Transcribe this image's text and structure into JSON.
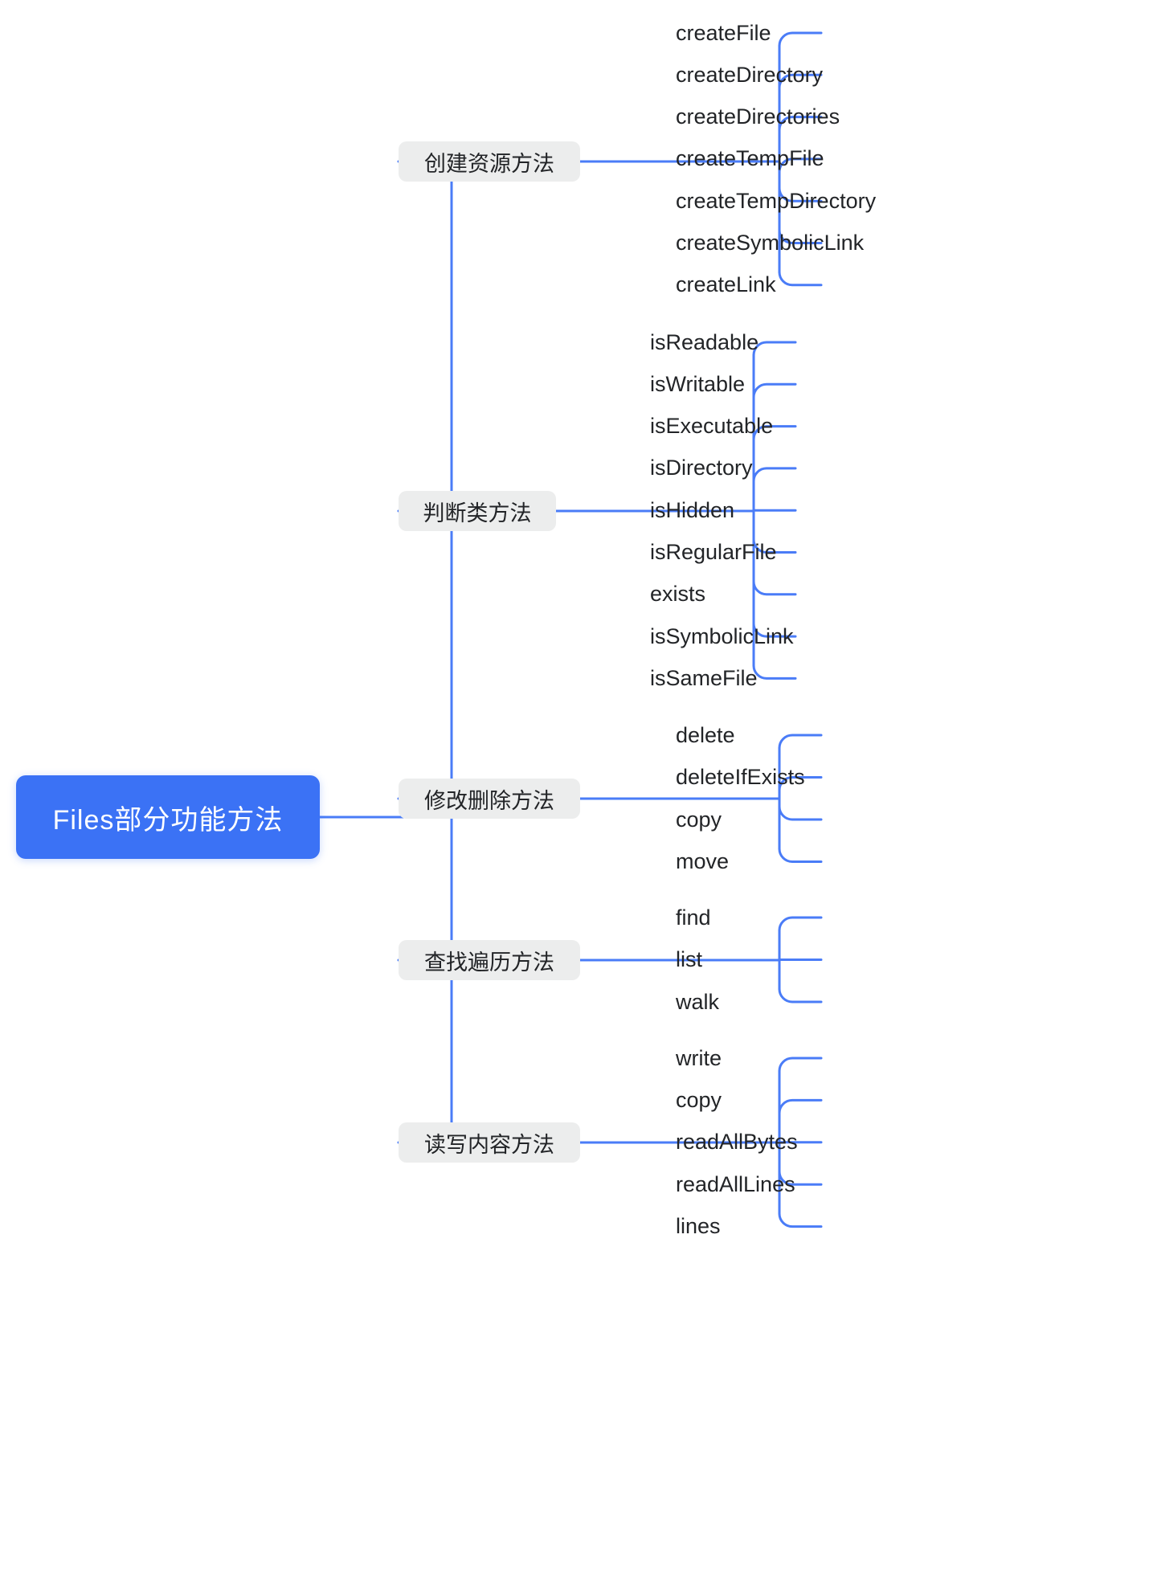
{
  "diagram": {
    "type": "mindmap",
    "title": "Files部分功能方法",
    "orientation": "left-to-right",
    "colors": {
      "root_bg": "#3b72f5",
      "root_text": "#ffffff",
      "branch_bg": "#eceded",
      "branch_text": "#222427",
      "leaf_text": "#222427",
      "connector": "#4a7cf7",
      "canvas_bg": "#ffffff"
    }
  },
  "root": {
    "label": "Files部分功能方法"
  },
  "branches": [
    {
      "label": "创建资源方法",
      "leaves": [
        {
          "label": "createFile"
        },
        {
          "label": "createDirectory"
        },
        {
          "label": "createDirectories"
        },
        {
          "label": "createTempFile"
        },
        {
          "label": "createTempDirectory"
        },
        {
          "label": "createSymbolicLink"
        },
        {
          "label": "createLink"
        }
      ]
    },
    {
      "label": "判断类方法",
      "leaves": [
        {
          "label": "isReadable"
        },
        {
          "label": "isWritable"
        },
        {
          "label": "isExecutable"
        },
        {
          "label": "isDirectory"
        },
        {
          "label": "isHidden"
        },
        {
          "label": "isRegularFile"
        },
        {
          "label": "exists"
        },
        {
          "label": "isSymbolicLink"
        },
        {
          "label": "isSameFile"
        }
      ]
    },
    {
      "label": "修改删除方法",
      "leaves": [
        {
          "label": "delete"
        },
        {
          "label": "deleteIfExists"
        },
        {
          "label": "copy"
        },
        {
          "label": "move"
        }
      ]
    },
    {
      "label": "查找遍历方法",
      "leaves": [
        {
          "label": "find"
        },
        {
          "label": "list"
        },
        {
          "label": "walk"
        }
      ]
    },
    {
      "label": "读写内容方法",
      "leaves": [
        {
          "label": "write"
        },
        {
          "label": "copy"
        },
        {
          "label": "readAllBytes"
        },
        {
          "label": "readAllLines"
        },
        {
          "label": "lines"
        }
      ]
    }
  ]
}
